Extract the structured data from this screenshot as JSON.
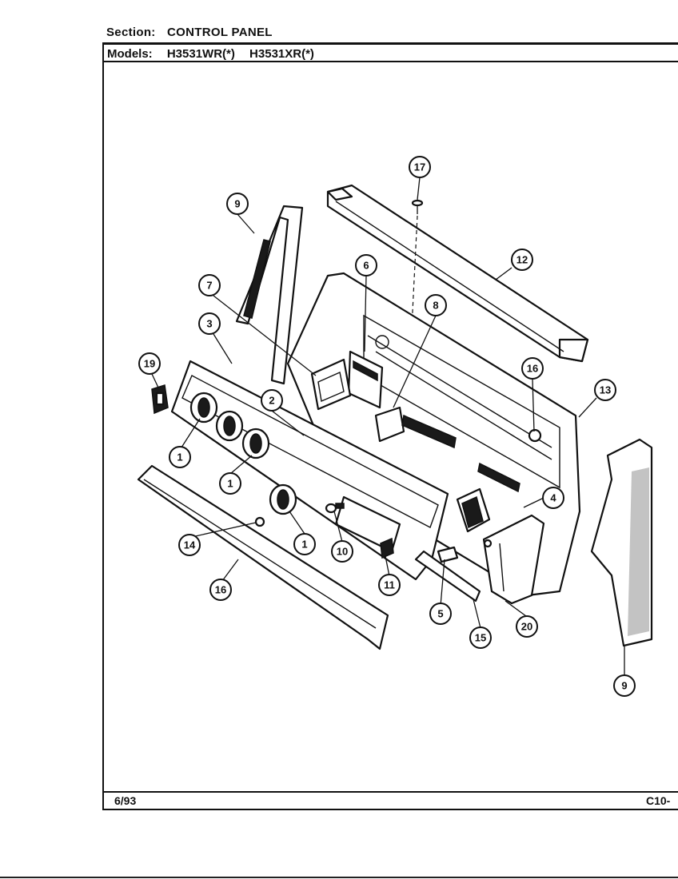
{
  "header": {
    "section_label": "Section:",
    "section_value": "CONTROL PANEL",
    "models_label": "Models:",
    "models": [
      "H3531WR(*)",
      "H3531XR(*)"
    ]
  },
  "footer": {
    "date": "6/93",
    "page": "C10-"
  },
  "callouts": [
    {
      "id": "c17",
      "label": "17"
    },
    {
      "id": "c9a",
      "label": "9"
    },
    {
      "id": "c12",
      "label": "12"
    },
    {
      "id": "c6",
      "label": "6"
    },
    {
      "id": "c7",
      "label": "7"
    },
    {
      "id": "c8",
      "label": "8"
    },
    {
      "id": "c3",
      "label": "3"
    },
    {
      "id": "c19",
      "label": "19"
    },
    {
      "id": "c16a",
      "label": "16"
    },
    {
      "id": "c13",
      "label": "13"
    },
    {
      "id": "c2",
      "label": "2"
    },
    {
      "id": "c1a",
      "label": "1"
    },
    {
      "id": "c1b",
      "label": "1"
    },
    {
      "id": "c4",
      "label": "4"
    },
    {
      "id": "c14",
      "label": "14"
    },
    {
      "id": "c1c",
      "label": "1"
    },
    {
      "id": "c10",
      "label": "10"
    },
    {
      "id": "c16b",
      "label": "16"
    },
    {
      "id": "c11",
      "label": "11"
    },
    {
      "id": "c5",
      "label": "5"
    },
    {
      "id": "c20",
      "label": "20"
    },
    {
      "id": "c15",
      "label": "15"
    },
    {
      "id": "c9b",
      "label": "9"
    }
  ]
}
